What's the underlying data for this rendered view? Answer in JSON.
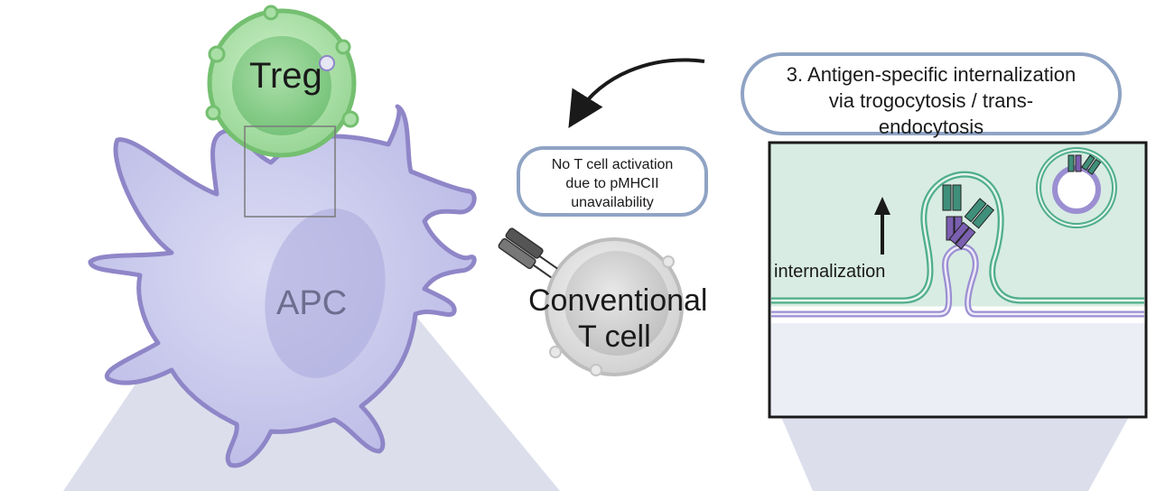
{
  "labels": {
    "treg": "Treg",
    "apc": "APC",
    "conventional_line1": "Conventional",
    "conventional_line2": "T cell",
    "internalization": "internalization"
  },
  "note_bubble": {
    "lines": [
      "No T cell activation",
      "due to pMHCII",
      "unavailability"
    ]
  },
  "title_bubble": {
    "lines": [
      "3. Antigen-specific internalization",
      "via trogocytosis / trans-",
      "endocytosis"
    ]
  },
  "colors": {
    "apc_fill": "#c9c9ec",
    "apc_outline": "#8f86c8",
    "treg_fill": "#a9dfa6",
    "treg_outline": "#74bf70",
    "tcell_fill": "#e3e3e3",
    "inset_bg": "#d8ece3",
    "green_membrane": "#4fae8c",
    "purple_membrane": "#9b8fd2",
    "beam": "#d6d9e8",
    "bubble_border": "#8fa3c4"
  }
}
